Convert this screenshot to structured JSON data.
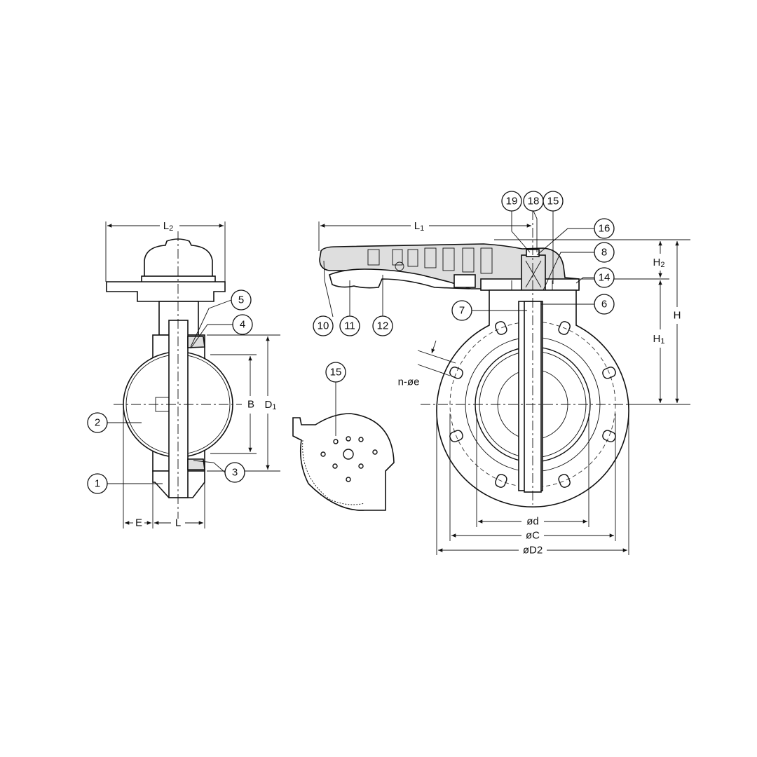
{
  "callouts": {
    "left": [
      "5",
      "4",
      "2",
      "3",
      "1"
    ],
    "handle": [
      "10",
      "11",
      "12"
    ],
    "gear": [
      "15"
    ],
    "right": [
      "19",
      "18",
      "15",
      "16",
      "8",
      "14",
      "6",
      "7"
    ]
  },
  "dimensions": {
    "L2": "L",
    "L2_sub": "2",
    "B": "B",
    "D1": "D",
    "D1_sub": "1",
    "E": "E",
    "L": "L",
    "L1": "L",
    "L1_sub": "1",
    "H2": "H",
    "H2_sub": "2",
    "H1": "H",
    "H1_sub": "1",
    "H": "H",
    "n_oe": "n-øe",
    "od": "ød",
    "oC": "øC",
    "oD2": "øD2"
  },
  "colors": {
    "line": "#111111",
    "fill": "#dedede"
  }
}
